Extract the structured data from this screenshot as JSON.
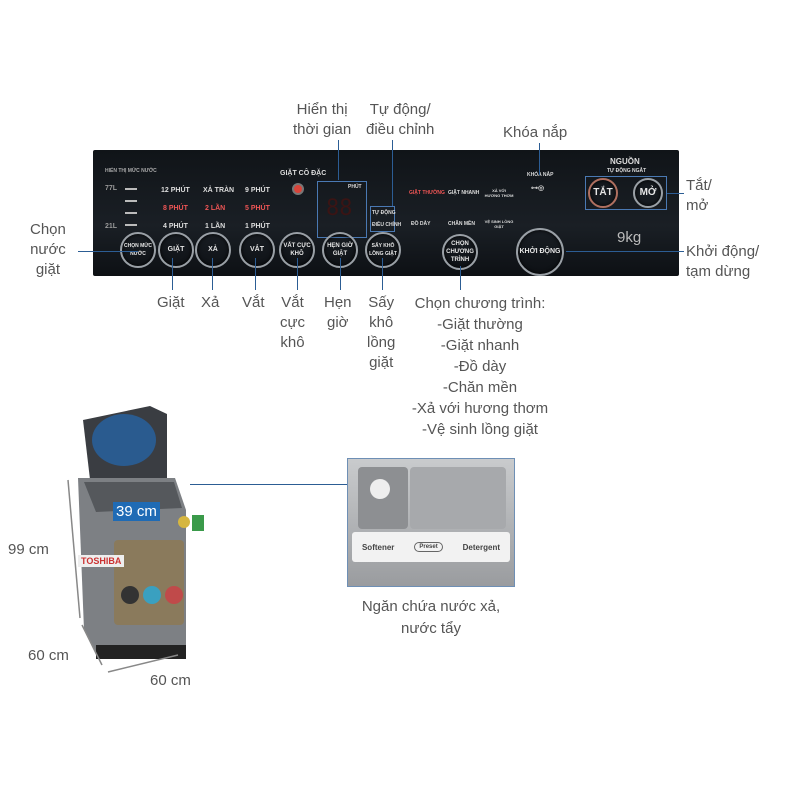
{
  "callouts": {
    "display_time": [
      "Hiển thị",
      "thời gian"
    ],
    "auto_adjust": [
      "Tự động/",
      "điều chỉnh"
    ],
    "lid_lock": "Khóa nắp",
    "power": [
      "Tắt/",
      "mở"
    ],
    "start_pause": [
      "Khởi động/",
      "tạm dừng"
    ],
    "water_level": [
      "Chọn",
      "nước",
      "giặt"
    ],
    "wash": "Giặt",
    "rinse": "Xả",
    "spin": "Vắt",
    "extra_dry": [
      "Vắt",
      "cực",
      "khô"
    ],
    "timer": [
      "Hẹn",
      "giờ"
    ],
    "tub_dry": [
      "Sấy",
      "khô",
      "lồng",
      "giặt"
    ],
    "program": {
      "title": "Chọn chương trình:",
      "items": [
        "-Giặt thường",
        "-Giặt nhanh",
        "-Đồ dày",
        "-Chăn mền",
        "-Xả với hương thơm",
        "-Vệ sinh lồng giặt"
      ]
    }
  },
  "panel": {
    "water_level_title": "HIỂN THỊ MỨC NƯỚC",
    "water_levels": [
      "77L",
      "21L"
    ],
    "wash_times": [
      "12 PHÚT",
      "8 PHÚT",
      "4 PHÚT"
    ],
    "rinse_times": [
      "XẢ TRÀN",
      "2 LẦN",
      "1 LẦN"
    ],
    "spin_times": [
      "9 PHÚT",
      "5 PHÚT",
      "1 PHÚT"
    ],
    "concentrated": "GIẶT CÔ ĐẶC",
    "display_unit": "PHÚT",
    "auto": "TỰ ĐỘNG",
    "adjust": "ĐIỀU CHỈNH",
    "programs": [
      "GIẶT THƯỜNG",
      "GIẶT NHANH",
      "XẢ VỚI HƯƠNG THƠM",
      "ĐỒ DÀY",
      "CHĂN MỀN",
      "VỆ SINH LỒNG GIẶT"
    ],
    "lid_lock": "KHÓA NẮP",
    "power_title": "NGUỒN",
    "power_sub": "TỰ ĐỘNG NGẮT",
    "capacity": "9kg",
    "buttons": {
      "water": "CHỌN MỨC NƯỚC",
      "wash": "GIẶT",
      "rinse": "XẢ",
      "spin": "VẮT",
      "extra_dry": "VẮT CỰC KHÔ",
      "timer": "HẸN GIỜ GIẶT",
      "tub_dry": "SẤY KHÔ LỒNG GIẶT",
      "program": "CHỌN CHƯƠNG TRÌNH",
      "start": "KHỞI ĐỘNG",
      "off": "TẮT",
      "on": "MỞ"
    }
  },
  "dimensions": {
    "height": "99 cm",
    "depth": "60 cm",
    "width": "60 cm",
    "tub": "39 cm"
  },
  "brand": "TOSHIBA",
  "dispenser": {
    "labels": [
      "Softener",
      "Preset",
      "Detergent"
    ],
    "caption": [
      "Ngăn chứa nước xả,",
      "nước tẩy"
    ]
  },
  "colors": {
    "callout_line": "#2c5d94",
    "panel": "#15191e"
  }
}
